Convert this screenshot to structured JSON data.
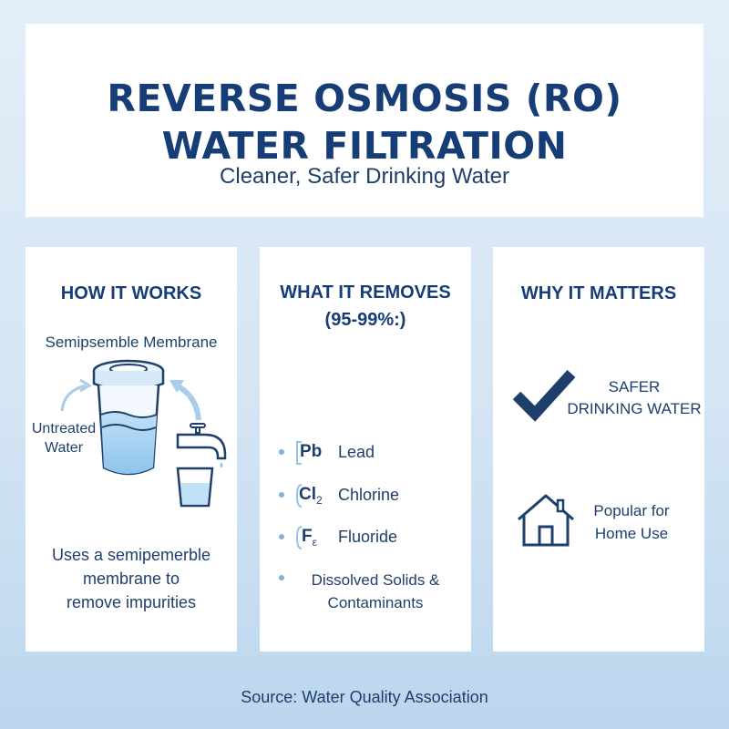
{
  "header": {
    "title_line1": "REVERSE OSMOSIS (RO)",
    "title_line2": "WATER FILTRATION",
    "subtitle": "Cleaner, Safer Drinking Water"
  },
  "how_it_works": {
    "title": "HOW IT WORKS",
    "membrane_label": "Semipsemble Membrane",
    "untreated_line1": "Untreated",
    "untreated_line2": "Water",
    "description_lines": [
      "Uses a semipemerble",
      "membrane to",
      "remove impurities"
    ]
  },
  "what_it_removes": {
    "title_line1": "WHAT IT REMOVES",
    "title_line2": "(95-99%:)",
    "items": [
      {
        "symbol": "Pb",
        "label": "Lead"
      },
      {
        "symbol": "Cl",
        "subscript": "2",
        "label": "Chlorine"
      },
      {
        "symbol": "F",
        "subscript": "ε",
        "label": "Fluoride"
      }
    ],
    "dissolved_line1": "Dissolved Solids &",
    "dissolved_line2": "Contaminants"
  },
  "why_it_matters": {
    "title": "WHY IT MATTERS",
    "safer_line1": "SAFER",
    "safer_line2": "DRINKING WATER",
    "popular_line1": "Popular for",
    "popular_line2": "Home Use"
  },
  "icons": [
    "filter-cartridge-icon",
    "faucet-icon",
    "water-glass-icon",
    "arrow-icon",
    "checkmark-icon",
    "house-icon"
  ],
  "colors": {
    "navy": "#163d75",
    "light_blue": "#7db2df",
    "background": "#d4e5f4"
  },
  "source": "Source: Water Quality Association"
}
